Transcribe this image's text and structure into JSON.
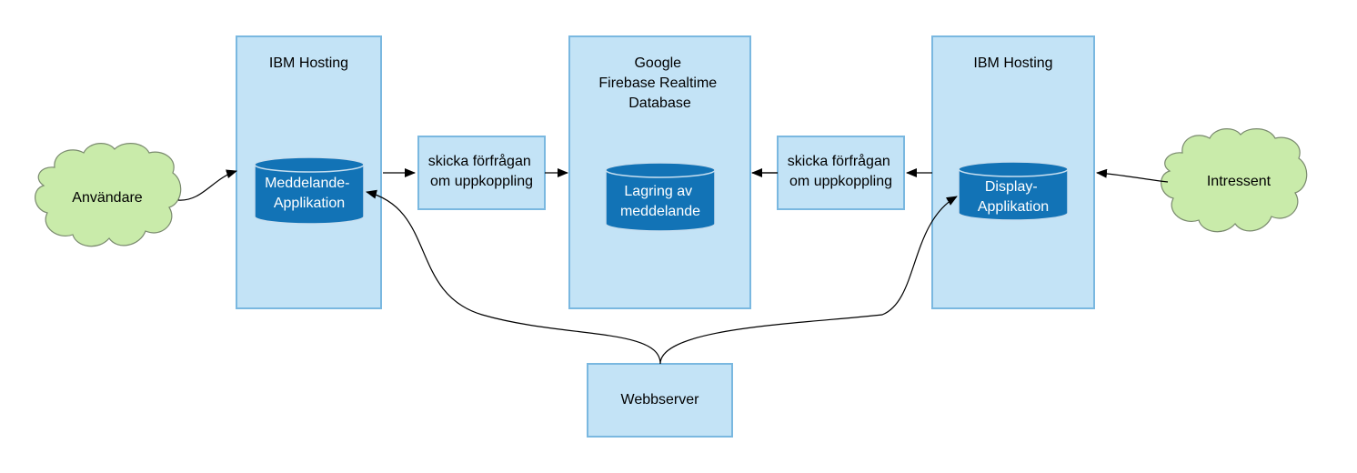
{
  "nodes": {
    "user": "Användare",
    "interested": "Intressent",
    "left_host": "IBM Hosting",
    "right_host": "IBM Hosting",
    "firebase": [
      "Google",
      "Firebase Realtime",
      "Database"
    ],
    "message_app": [
      "Meddelande-",
      "Applikation"
    ],
    "display_app": [
      "Display-",
      "Applikation"
    ],
    "storage": [
      "Lagring av",
      "meddelande"
    ],
    "request_left": [
      "skicka förfrågan",
      "om uppkoppling"
    ],
    "request_right": [
      "skicka förfrågan",
      "om uppkoppling"
    ],
    "webserver": "Webbserver"
  },
  "colors": {
    "container_fill": "#c3e3f6",
    "container_stroke": "#7ab8e0",
    "cloud_fill": "#c9ebaa",
    "database_fill": "#1273b6"
  }
}
